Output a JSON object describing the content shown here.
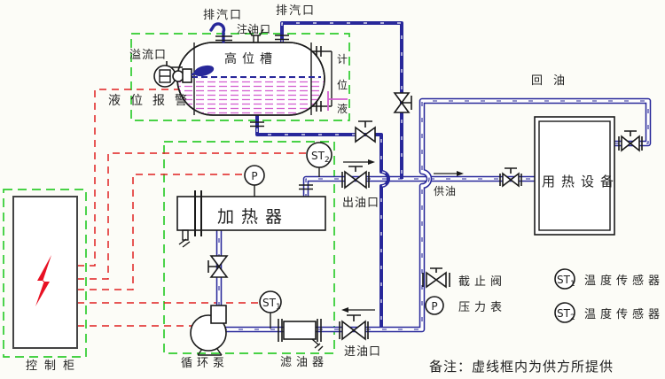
{
  "colors": {
    "pipe_blue": "#28289a",
    "supplier_boundary_green": "#2ecc2e",
    "control_wiring_red": "#e02020",
    "liquid_magenta": "#d45fd0",
    "power_bolt_red": "#e81123"
  },
  "tank_unit": {
    "tank_label": "高位槽",
    "vent_left_label": "排汽口",
    "vent_right_label": "排汽口",
    "fill_port_label": "注油口",
    "overflow_port_label": "溢流口",
    "level_alarm_label": "液位报警",
    "level_gauge_chars": [
      "计",
      "位",
      "液"
    ]
  },
  "heater_unit": {
    "heater_label": "加热器",
    "outlet_label": "出油口",
    "inlet_label": "进油口",
    "pump_label": "循环泵",
    "filter_label": "滤油器"
  },
  "cabinet": {
    "label": "控制柜"
  },
  "consumer": {
    "equipment_label": "用热设备",
    "supply_label": "供油",
    "return_label": "回油"
  },
  "instruments": {
    "pressure": "P",
    "temp_prefix": "ST",
    "t1_sub": "1",
    "t2_sub": "2"
  },
  "legend": {
    "stop_valve": "截止阀",
    "pressure_gauge": "压力表",
    "temp_sensor_1": "温度传感器",
    "temp_sensor_2": "温度传感器"
  },
  "note": "备注：虚线框内为供方所提供"
}
